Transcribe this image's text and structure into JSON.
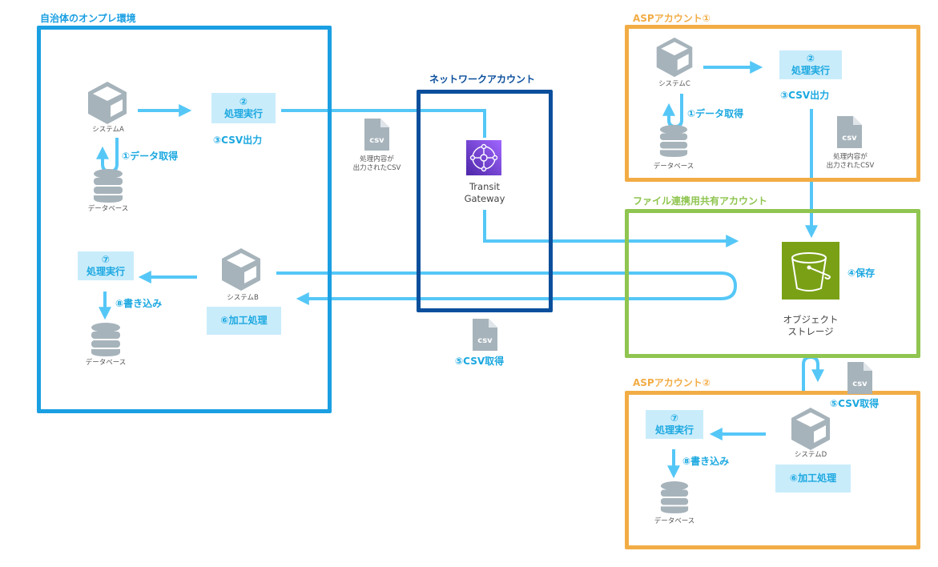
{
  "colors": {
    "onprem": "#1a9fe2",
    "network": "#0b4f9c",
    "asp": "#f2ac45",
    "shared": "#8fc550",
    "flow": "#55c7f7",
    "icon_gray": "#a6b3bb",
    "process_bg": "#c9ecfb",
    "step_text": "#1ba8e0",
    "tgw": "#7b4fe0",
    "s3": "#7aa116"
  },
  "groups": {
    "onprem": {
      "title": "自治体のオンプレ環境"
    },
    "network": {
      "title": "ネットワークアカウント"
    },
    "asp1": {
      "title": "ASPアカウント①"
    },
    "shared": {
      "title": "ファイル連携用共有アカウント"
    },
    "asp2": {
      "title": "ASPアカウント②"
    }
  },
  "onprem": {
    "systemA": {
      "icon": "server-cube-icon",
      "label": "システムA"
    },
    "dbA": {
      "icon": "database-icon",
      "label": "データベース"
    },
    "step1": "①データ取得",
    "process2": {
      "num": "②",
      "label": "処理実行"
    },
    "step3": "③CSV出力",
    "systemB": {
      "icon": "server-cube-icon",
      "label": "システムB"
    },
    "step6": "⑥加工処理",
    "process7": {
      "num": "⑦",
      "label": "処理実行"
    },
    "step8": "⑧書き込み",
    "dbB": {
      "icon": "database-icon",
      "label": "データベース"
    }
  },
  "between": {
    "csv_file": {
      "icon": "csv-file-icon",
      "badge": "csv",
      "label_line1": "処理内容が",
      "label_line2": "出力されたCSV"
    },
    "csv_get": {
      "icon": "csv-file-icon",
      "badge": "csv",
      "label": "⑤CSV取得"
    }
  },
  "network": {
    "tgw": {
      "icon": "transit-gateway-icon",
      "label_line1": "Transit",
      "label_line2": "Gateway"
    }
  },
  "asp1": {
    "systemC": {
      "icon": "server-cube-icon",
      "label": "システムC"
    },
    "db": {
      "icon": "database-icon",
      "label": "データベース"
    },
    "step1": "①データ取得",
    "process2": {
      "num": "②",
      "label": "処理実行"
    },
    "step3": "③CSV出力",
    "csv_file": {
      "icon": "csv-file-icon",
      "badge": "csv",
      "label_line1": "処理内容が",
      "label_line2": "出力されたCSV"
    }
  },
  "shared": {
    "storage": {
      "icon": "s3-bucket-icon",
      "label_line1": "オブジェクト",
      "label_line2": "ストレージ"
    },
    "step4": "④保存"
  },
  "asp2": {
    "csv_get": {
      "icon": "csv-file-icon",
      "badge": "csv",
      "label": "⑤CSV取得"
    },
    "systemD": {
      "icon": "server-cube-icon",
      "label": "システムD"
    },
    "step6": "⑥加工処理",
    "process7": {
      "num": "⑦",
      "label": "処理実行"
    },
    "step8": "⑧書き込み",
    "db": {
      "icon": "database-icon",
      "label": "データベース"
    }
  }
}
